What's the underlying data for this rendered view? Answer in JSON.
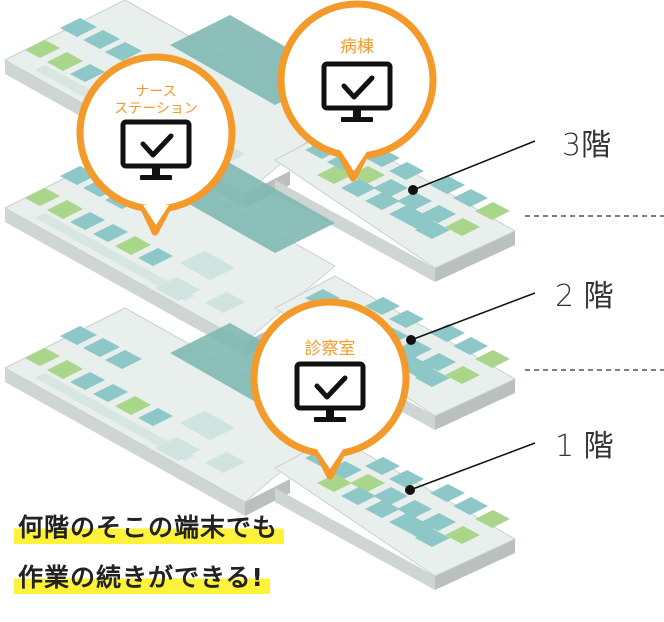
{
  "floors": [
    {
      "label": "3階"
    },
    {
      "label": "2 階"
    },
    {
      "label": "1 階"
    }
  ],
  "bubbles": {
    "nurse_station_line1": "ナース",
    "nurse_station_line2": "ステーション",
    "ward": "病棟",
    "exam_room": "診察室"
  },
  "caption": {
    "line1": "何階のそこの端末でも",
    "line2": "作業の続きができる!"
  },
  "colors": {
    "accent_orange": "#f39a2b",
    "highlight_yellow": "#fff23a",
    "room_teal": "#8dc7c7",
    "room_green": "#a9d68a",
    "floor_base": "#e8efec"
  }
}
